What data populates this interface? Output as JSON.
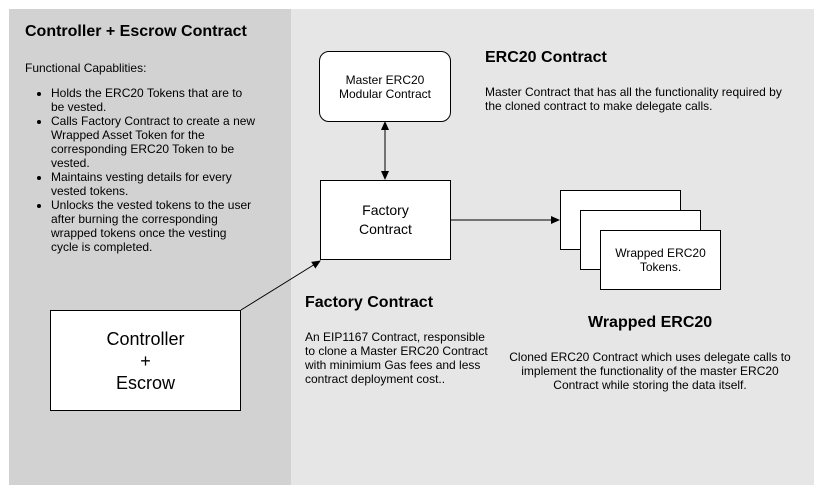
{
  "left_panel": {
    "title": "Controller + Escrow Contract",
    "caps_label": "Functional Capablities:",
    "capabilities": [
      "Holds the ERC20 Tokens that are to be vested.",
      "Calls Factory Contract to create a new Wrapped Asset Token for the corresponding ERC20 Token to be vested.",
      "Maintains vesting details for every vested tokens.",
      "Unlocks the vested tokens to the user after burning the corresponding wrapped tokens once the vesting cycle is completed."
    ],
    "controller_box": {
      "line1": "Controller",
      "line2": "+",
      "line3": "Escrow"
    }
  },
  "erc20_section": {
    "master_box": {
      "line1": "Master ERC20",
      "line2": "Modular Contract"
    },
    "title": "ERC20 Contract",
    "desc": "Master Contract that has all the functionality required by the cloned contract to make delegate calls."
  },
  "factory_section": {
    "box": {
      "line1": "Factory",
      "line2": "Contract"
    },
    "title": "Factory Contract",
    "desc": "An EIP1167 Contract, responsible to clone a Master ERC20 Contract with minimium Gas fees and less contract deployment cost.."
  },
  "wrapped_section": {
    "box": {
      "line1": "Wrapped ERC20",
      "line2": "Tokens."
    },
    "title": "Wrapped ERC20",
    "desc": "Cloned ERC20 Contract which uses delegate calls to implement the functionality of the master ERC20 Contract while storing the data itself."
  },
  "colors": {
    "left_panel_bg": "#d2d2d2",
    "right_panel_bg": "#e6e6e6",
    "box_fill": "#ffffff",
    "stroke": "#000000"
  }
}
